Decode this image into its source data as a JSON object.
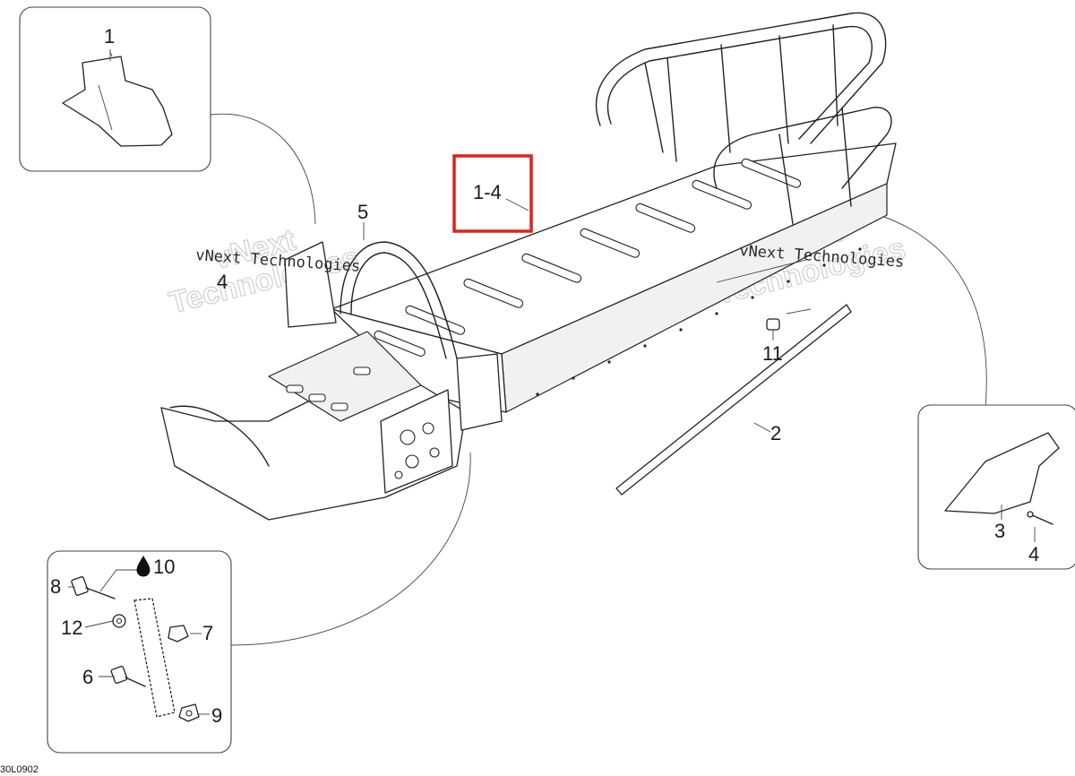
{
  "diagram": {
    "drawing_code": "30L0902",
    "highlight_label": "1-4",
    "highlight_color": "#e0201c",
    "watermarks": {
      "small_text": "vNext Technologies",
      "large_line_1": "vNext",
      "large_line_2": "Technologies"
    },
    "callouts": {
      "c1": "1",
      "c2": "2",
      "c3": "3",
      "c4_right": "4",
      "c4_left": "4",
      "c5": "5",
      "c6": "6",
      "c7": "7",
      "c8": "8",
      "c9": "9",
      "c10": "10",
      "c11": "11",
      "c12": "12"
    },
    "icons": {
      "lubricant": "oil-drop-icon"
    }
  }
}
